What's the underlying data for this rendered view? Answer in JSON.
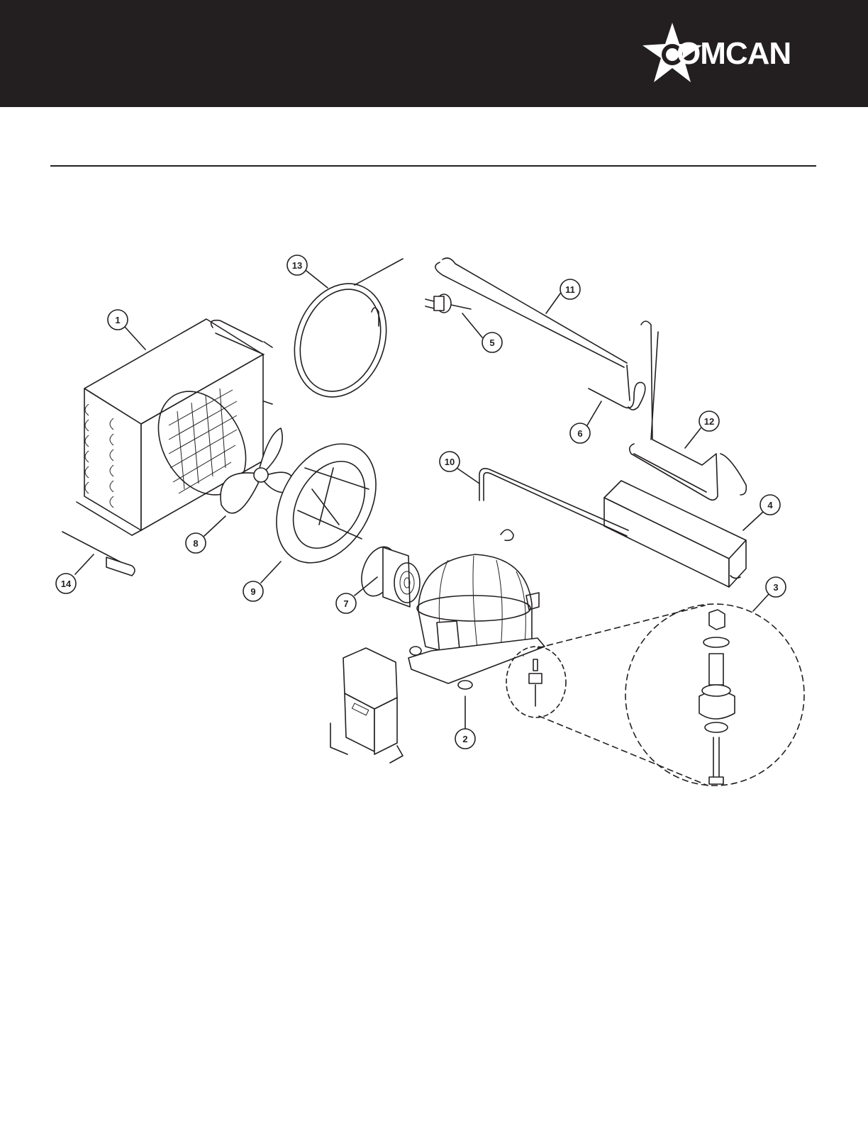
{
  "header": {
    "brand": "OMCAN",
    "colors": {
      "bar": "#231f20",
      "logo": "#ffffff"
    },
    "logo_icon": "star-logo-icon"
  },
  "diagram": {
    "callouts": [
      {
        "label": "1"
      },
      {
        "label": "2"
      },
      {
        "label": "3"
      },
      {
        "label": "4"
      },
      {
        "label": "5"
      },
      {
        "label": "6"
      },
      {
        "label": "7"
      },
      {
        "label": "8"
      },
      {
        "label": "9"
      },
      {
        "label": "10"
      },
      {
        "label": "11"
      },
      {
        "label": "12"
      },
      {
        "label": "13"
      },
      {
        "label": "14"
      }
    ]
  }
}
